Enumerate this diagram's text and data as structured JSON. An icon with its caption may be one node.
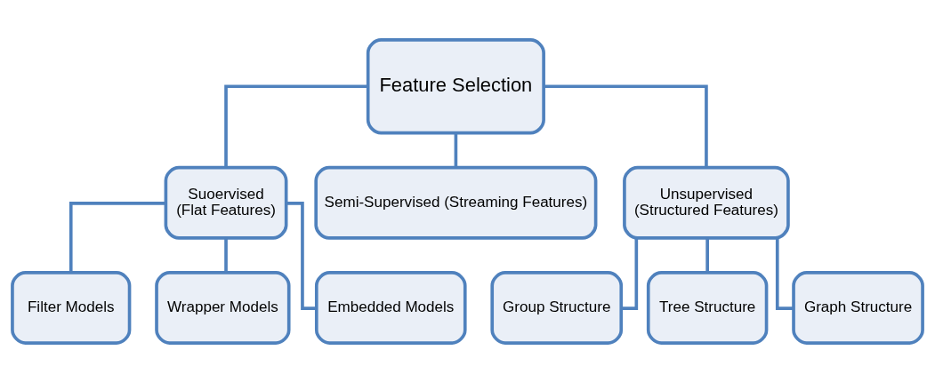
{
  "diagram": {
    "nodes": [
      {
        "text": [
          "Feature Selection"
        ]
      },
      {
        "text": [
          "Suoervised",
          "(Flat Features)"
        ]
      },
      {
        "text": [
          "Semi-Supervised (Streaming Features)"
        ]
      },
      {
        "text": [
          "Unsupervised",
          "(Structured Features)"
        ]
      },
      {
        "text": [
          "Filter Models"
        ]
      },
      {
        "text": [
          "Wrapper Models"
        ]
      },
      {
        "text": [
          "Embedded Models"
        ]
      },
      {
        "text": [
          "Group Structure"
        ]
      },
      {
        "text": [
          "Tree Structure"
        ]
      },
      {
        "text": [
          "Graph Structure"
        ]
      }
    ],
    "edges": [
      {
        "from": 0,
        "to": 1,
        "arrow": "none"
      },
      {
        "from": 0,
        "to": 2,
        "arrow": "none"
      },
      {
        "from": 0,
        "to": 3,
        "arrow": "none"
      },
      {
        "from": 1,
        "to": 4,
        "arrow": "none"
      },
      {
        "from": 1,
        "to": 5,
        "arrow": "none"
      },
      {
        "from": 1,
        "to": 6,
        "arrow": "none"
      },
      {
        "from": 3,
        "to": 7,
        "arrow": "none"
      },
      {
        "from": 3,
        "to": 8,
        "arrow": "none"
      },
      {
        "from": 3,
        "to": 9,
        "arrow": "none"
      }
    ]
  }
}
